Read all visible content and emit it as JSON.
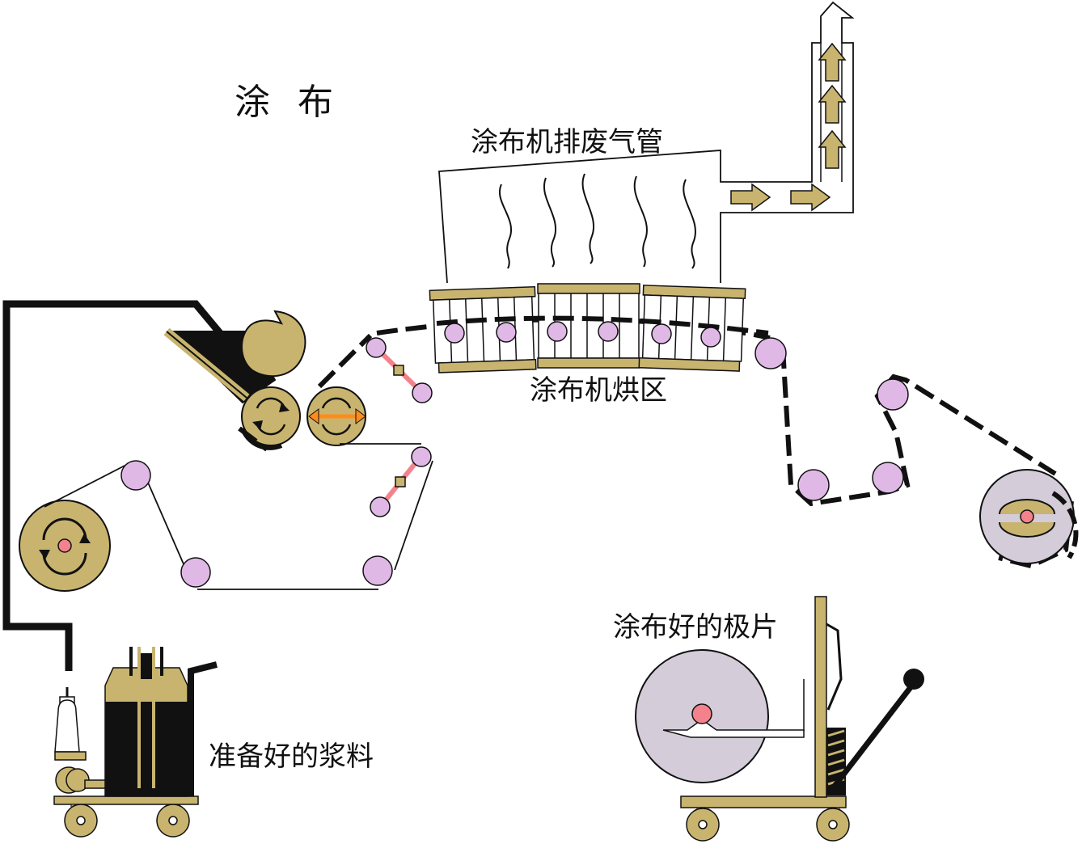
{
  "title": "涂 布",
  "labels": {
    "exhaust_pipe": "涂布机排废气管",
    "drying_zone": "涂布机烘区",
    "coated_electrode": "涂布好的极片",
    "prepared_slurry": "准备好的浆料"
  },
  "colors": {
    "tan": "#c8b46e",
    "roller_pink": "#e0b8e6",
    "idler_red": "#f4828c",
    "reel_gray": "#d4ccd8",
    "black": "#111111",
    "accent_orange": "#ff8c1a"
  }
}
